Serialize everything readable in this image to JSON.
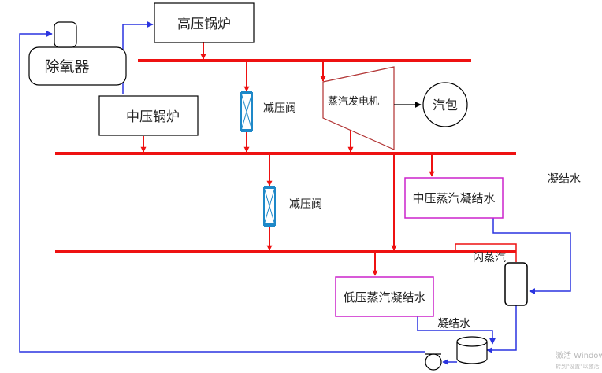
{
  "labels": {
    "hp_boiler": "高压锅炉",
    "deaerator": "除氧器",
    "mp_boiler": "中压锅炉",
    "pr_valve_1": "减压阀",
    "turbine": "蒸汽发电机",
    "drum": "汽包",
    "pr_valve_2": "减压阀",
    "condensate_right": "凝结水",
    "mp_condensate": "中压蒸汽凝结水",
    "flash_steam": "闪蒸汽",
    "lp_condensate": "低压蒸汽凝结水",
    "condensate_bottom": "凝结水"
  },
  "watermark": {
    "line1": "激活 Window",
    "line2": "转到\"设置\"以激活"
  },
  "colors": {
    "steam": "#ee1111",
    "water": "#2a34e0",
    "valve": "#1e88c8",
    "condensate_box": "#cc22cc",
    "outline": "#000000"
  }
}
